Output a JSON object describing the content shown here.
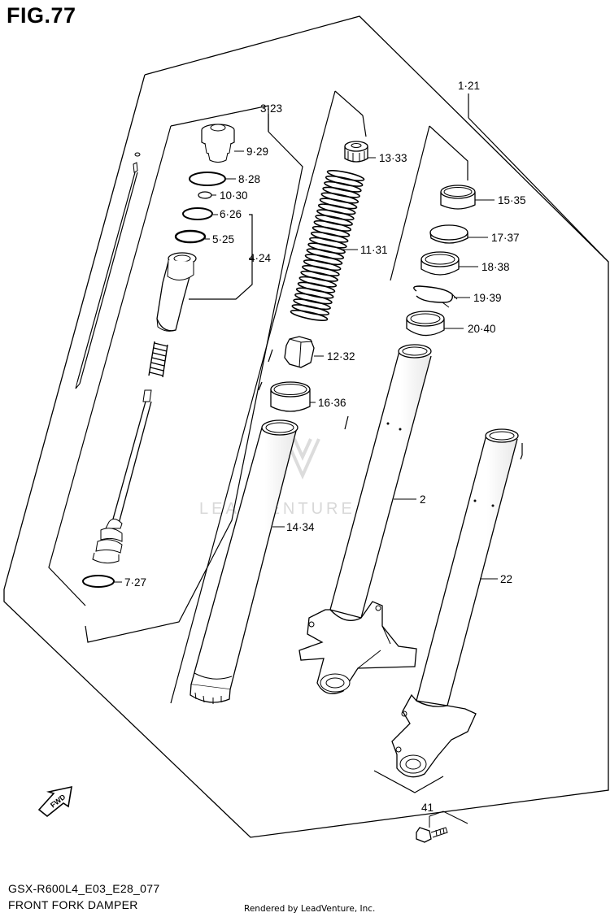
{
  "figure": {
    "title": "FIG.77",
    "model_code": "GSX-R600L4_E03_E28_077",
    "diagram_name": "FRONT FORK DAMPER",
    "rendered_by": "Rendered by LeadVenture, Inc.",
    "watermark": "LEADVENTURE"
  },
  "callouts": {
    "c_1_21": "1·21",
    "c_3_23": "3·23",
    "c_9_29": "9·29",
    "c_8_28": "8·28",
    "c_10_30": "10·30",
    "c_6_26": "6·26",
    "c_5_25": "5·25",
    "c_4_24": "4·24",
    "c_13_33": "13·33",
    "c_11_31": "11·31",
    "c_12_32": "12·32",
    "c_16_36": "16·36",
    "c_14_34": "14·34",
    "c_7_27": "7·27",
    "c_15_35": "15·35",
    "c_17_37": "17·37",
    "c_18_38": "18·38",
    "c_19_39": "19·39",
    "c_20_40": "20·40",
    "c_2": "2",
    "c_22": "22",
    "c_41": "41"
  },
  "fwd_label": "FWD",
  "colors": {
    "line": "#000000",
    "background": "#ffffff",
    "watermark": "#d8d8d8"
  }
}
